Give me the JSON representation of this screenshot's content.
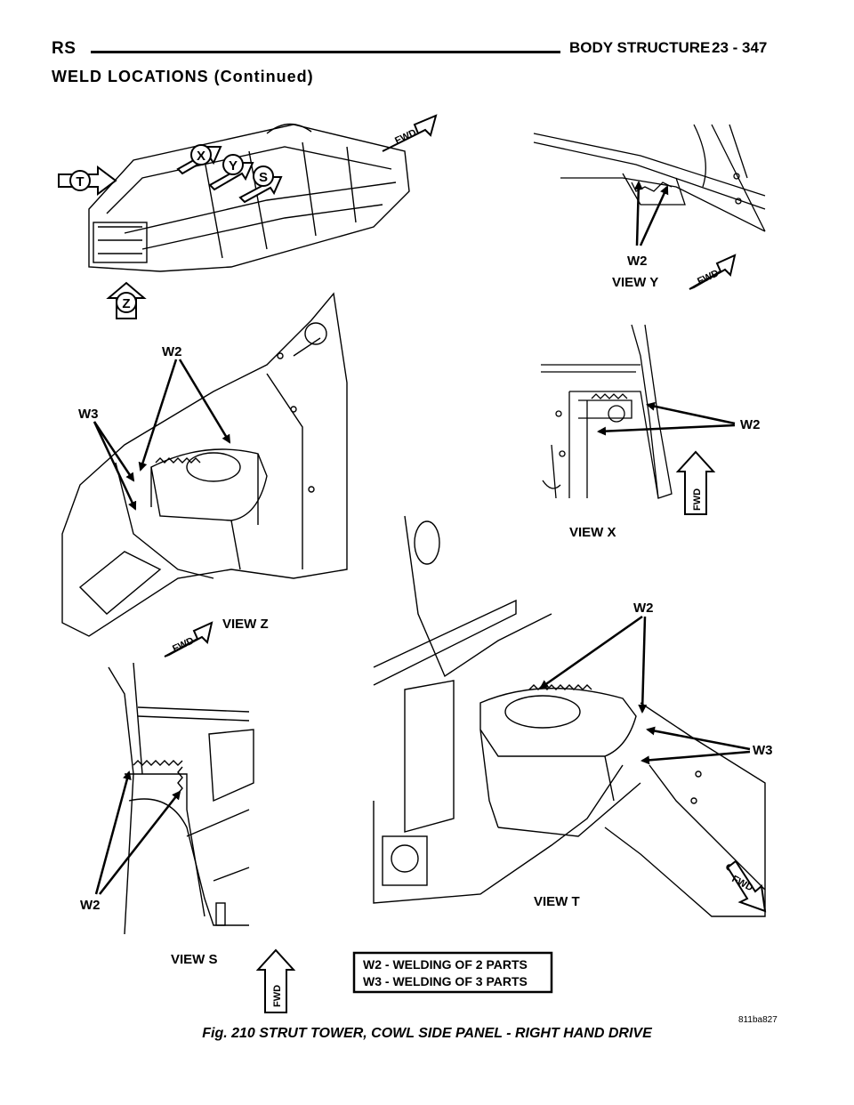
{
  "header": {
    "section_code": "RS",
    "title": "BODY STRUCTURE",
    "page": "23 - 347"
  },
  "section_title": "WELD LOCATIONS (Continued)",
  "figure": {
    "caption": "Fig. 210 STRUT TOWER, COWL SIDE PANEL - RIGHT HAND DRIVE",
    "code": "811ba827",
    "view_markers": [
      "T",
      "X",
      "Y",
      "S",
      "Z"
    ],
    "fwd": "FWD",
    "views": {
      "y": "VIEW Y",
      "x": "VIEW X",
      "z": "VIEW Z",
      "t": "VIEW T",
      "s": "VIEW S"
    },
    "weld_labels": {
      "w2": "W2",
      "w3": "W3"
    },
    "legend": {
      "line1": "W2 - WELDING OF 2 PARTS",
      "line2": "W3 - WELDING OF 3 PARTS"
    }
  }
}
